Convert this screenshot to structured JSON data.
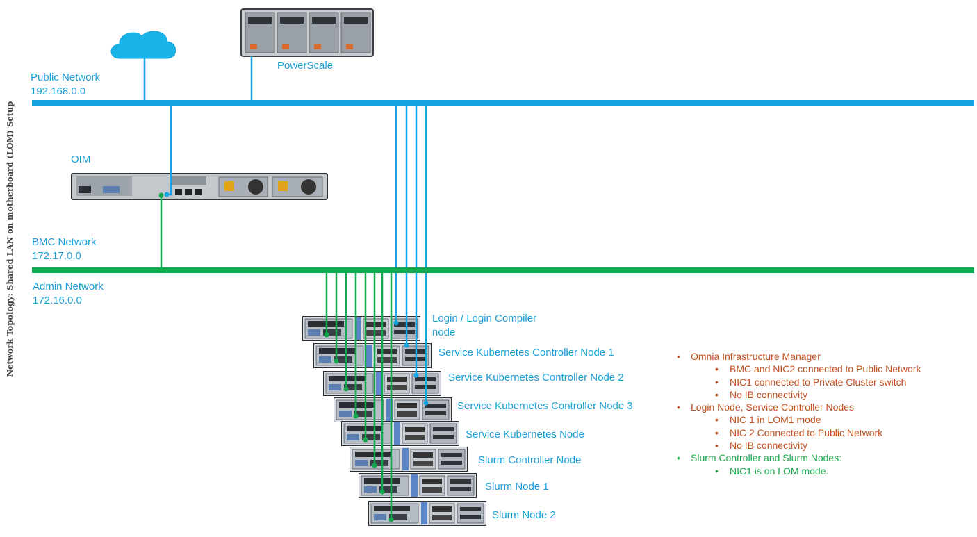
{
  "title": "Network Topology: Shared LAN on motherboard (LOM) Setup",
  "colors": {
    "public": "#16a5e3",
    "admin": "#13a84d",
    "label": "#1a9fd6",
    "note_orange": "#c0501e",
    "note_green": "#1aa84a"
  },
  "networks": {
    "public": {
      "name": "Public Network",
      "subnet": "192.168.0.0"
    },
    "bmc": {
      "name": "BMC Network",
      "subnet": "172.17.0.0"
    },
    "admin": {
      "name": "Admin Network",
      "subnet": "172.16.0.0"
    }
  },
  "devices": {
    "storage": "PowerScale",
    "oim": "OIM",
    "cloud_icon": "cloud-icon"
  },
  "nodes": [
    {
      "line1": "Login / Login Compiler",
      "line2": "node"
    },
    {
      "line1": "Service Kubernetes Controller Node 1"
    },
    {
      "line1": "Service Kubernetes Controller Node 2"
    },
    {
      "line1": "Service Kubernetes Controller Node 3"
    },
    {
      "line1": "Service Kubernetes Node"
    },
    {
      "line1": "Slurm Controller Node"
    },
    {
      "line1": "Slurm Node 1"
    },
    {
      "line1": "Slurm Node 2"
    }
  ],
  "notes": [
    {
      "text": "Omnia Infrastructure Manager",
      "level": 1,
      "color": "orange"
    },
    {
      "text": "BMC and NIC2 connected to Public Network",
      "level": 2,
      "color": "orange"
    },
    {
      "text": "NIC1 connected to Private Cluster switch",
      "level": 2,
      "color": "orange"
    },
    {
      "text": "No IB connectivity",
      "level": 2,
      "color": "orange"
    },
    {
      "text": "Login Node, Service Controller Nodes",
      "level": 1,
      "color": "orange"
    },
    {
      "text": "NIC 1 in LOM1 mode",
      "level": 2,
      "color": "orange"
    },
    {
      "text": "NIC 2 Connected to Public Network",
      "level": 2,
      "color": "orange"
    },
    {
      "text": "No IB connectivity",
      "level": 2,
      "color": "orange"
    },
    {
      "text": "Slurm Controller and Slurm Nodes:",
      "level": 1,
      "color": "green"
    },
    {
      "text": "NIC1 is on LOM mode.",
      "level": 2,
      "color": "green"
    }
  ]
}
